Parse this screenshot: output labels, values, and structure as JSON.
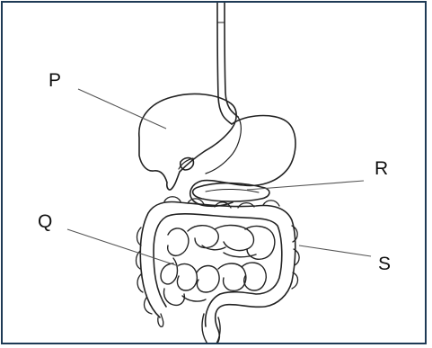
{
  "labels": {
    "p": "P",
    "q": "Q",
    "r": "R",
    "s": "S"
  },
  "colors": {
    "border": "#1e3a55",
    "ink": "#222222",
    "leader": "#555555"
  }
}
